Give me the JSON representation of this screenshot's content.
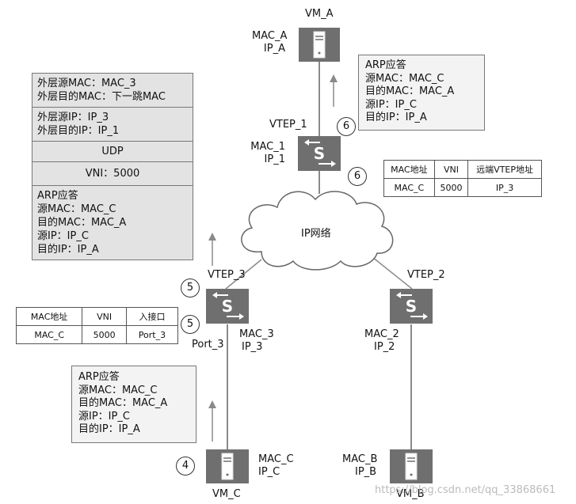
{
  "nodes": {
    "vm_a": {
      "name": "VM_A",
      "mac": "MAC_A",
      "ip": "IP_A"
    },
    "vtep_1": {
      "name": "VTEP_1",
      "mac": "MAC_1",
      "ip": "IP_1"
    },
    "vtep_2": {
      "name": "VTEP_2"
    },
    "vtep_3": {
      "name": "VTEP_3",
      "mac": "MAC_3",
      "ip": "IP_3",
      "port": "Port_3"
    },
    "vm_c": {
      "name": "VM_C",
      "mac": "MAC_C",
      "ip": "IP_C"
    },
    "vm_b": {
      "name": "VM_B",
      "mac": "MAC_B",
      "ip": "IP_B"
    },
    "vtep_2_host": {
      "mac": "MAC_2",
      "ip": "IP_2"
    },
    "network": {
      "label": "IP网络"
    }
  },
  "packet_box": {
    "outer_mac": [
      "外层源MAC：MAC_3",
      "外层目的MAC：下一跳MAC"
    ],
    "outer_ip": [
      "外层源IP：IP_3",
      "外层目的IP：IP_1"
    ],
    "udp": "UDP",
    "vni": "VNI：5000",
    "arp": [
      "ARP应答",
      "源MAC：MAC_C",
      "目的MAC：MAC_A",
      "源IP：IP_C",
      "目的IP：IP_A"
    ]
  },
  "arp_top": [
    "ARP应答",
    "源MAC：MAC_C",
    "目的MAC：MAC_A",
    "源IP：IP_C",
    "目的IP：IP_A"
  ],
  "arp_bottom": [
    "ARP应答",
    "源MAC：MAC_C",
    "目的MAC：MAC_A",
    "源IP：IP_C",
    "目的IP：IP_A"
  ],
  "table_remote": {
    "headers": [
      "MAC地址",
      "VNI",
      "远端VTEP地址"
    ],
    "row": [
      "MAC_C",
      "5000",
      "IP_3"
    ]
  },
  "table_local": {
    "headers": [
      "MAC地址",
      "VNI",
      "入接口"
    ],
    "row": [
      "MAC_C",
      "5000",
      "Port_3"
    ]
  },
  "steps": {
    "s4": "4",
    "s5a": "5",
    "s5b": "5",
    "s6a": "6",
    "s6b": "6"
  },
  "watermark": "https://blog.csdn.net/qq_33868661",
  "colors": {
    "device": "#6f6f6f",
    "box_fill": "#e3e3e3",
    "line": "#8a8a8a"
  }
}
